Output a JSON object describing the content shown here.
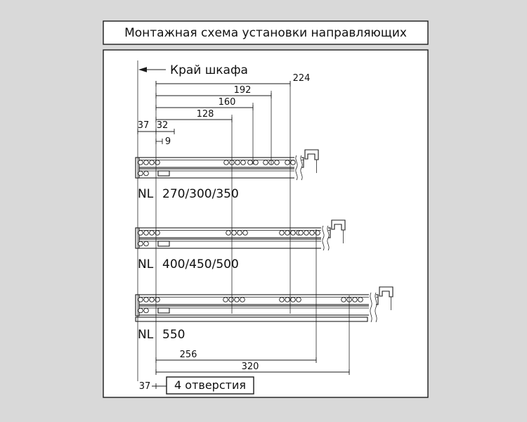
{
  "colors": {
    "background": "#d9d9d9",
    "panel": "#ffffff",
    "line": "#1b1b1b"
  },
  "title": "Монтажная схема установки направляющих",
  "cabinet_edge_label": "Край шкафа",
  "dims": {
    "d224": "224",
    "d192": "192",
    "d160": "160",
    "d128": "128",
    "d37_top": "37",
    "d32": "32",
    "d9": "9",
    "d256": "256",
    "d320": "320",
    "d37_bottom": "37"
  },
  "rails": [
    {
      "prefix": "NL",
      "sizes": "270/300/350"
    },
    {
      "prefix": "NL",
      "sizes": "400/450/500"
    },
    {
      "prefix": "NL",
      "sizes": "550"
    }
  ],
  "holes_note": "4 отверстия"
}
